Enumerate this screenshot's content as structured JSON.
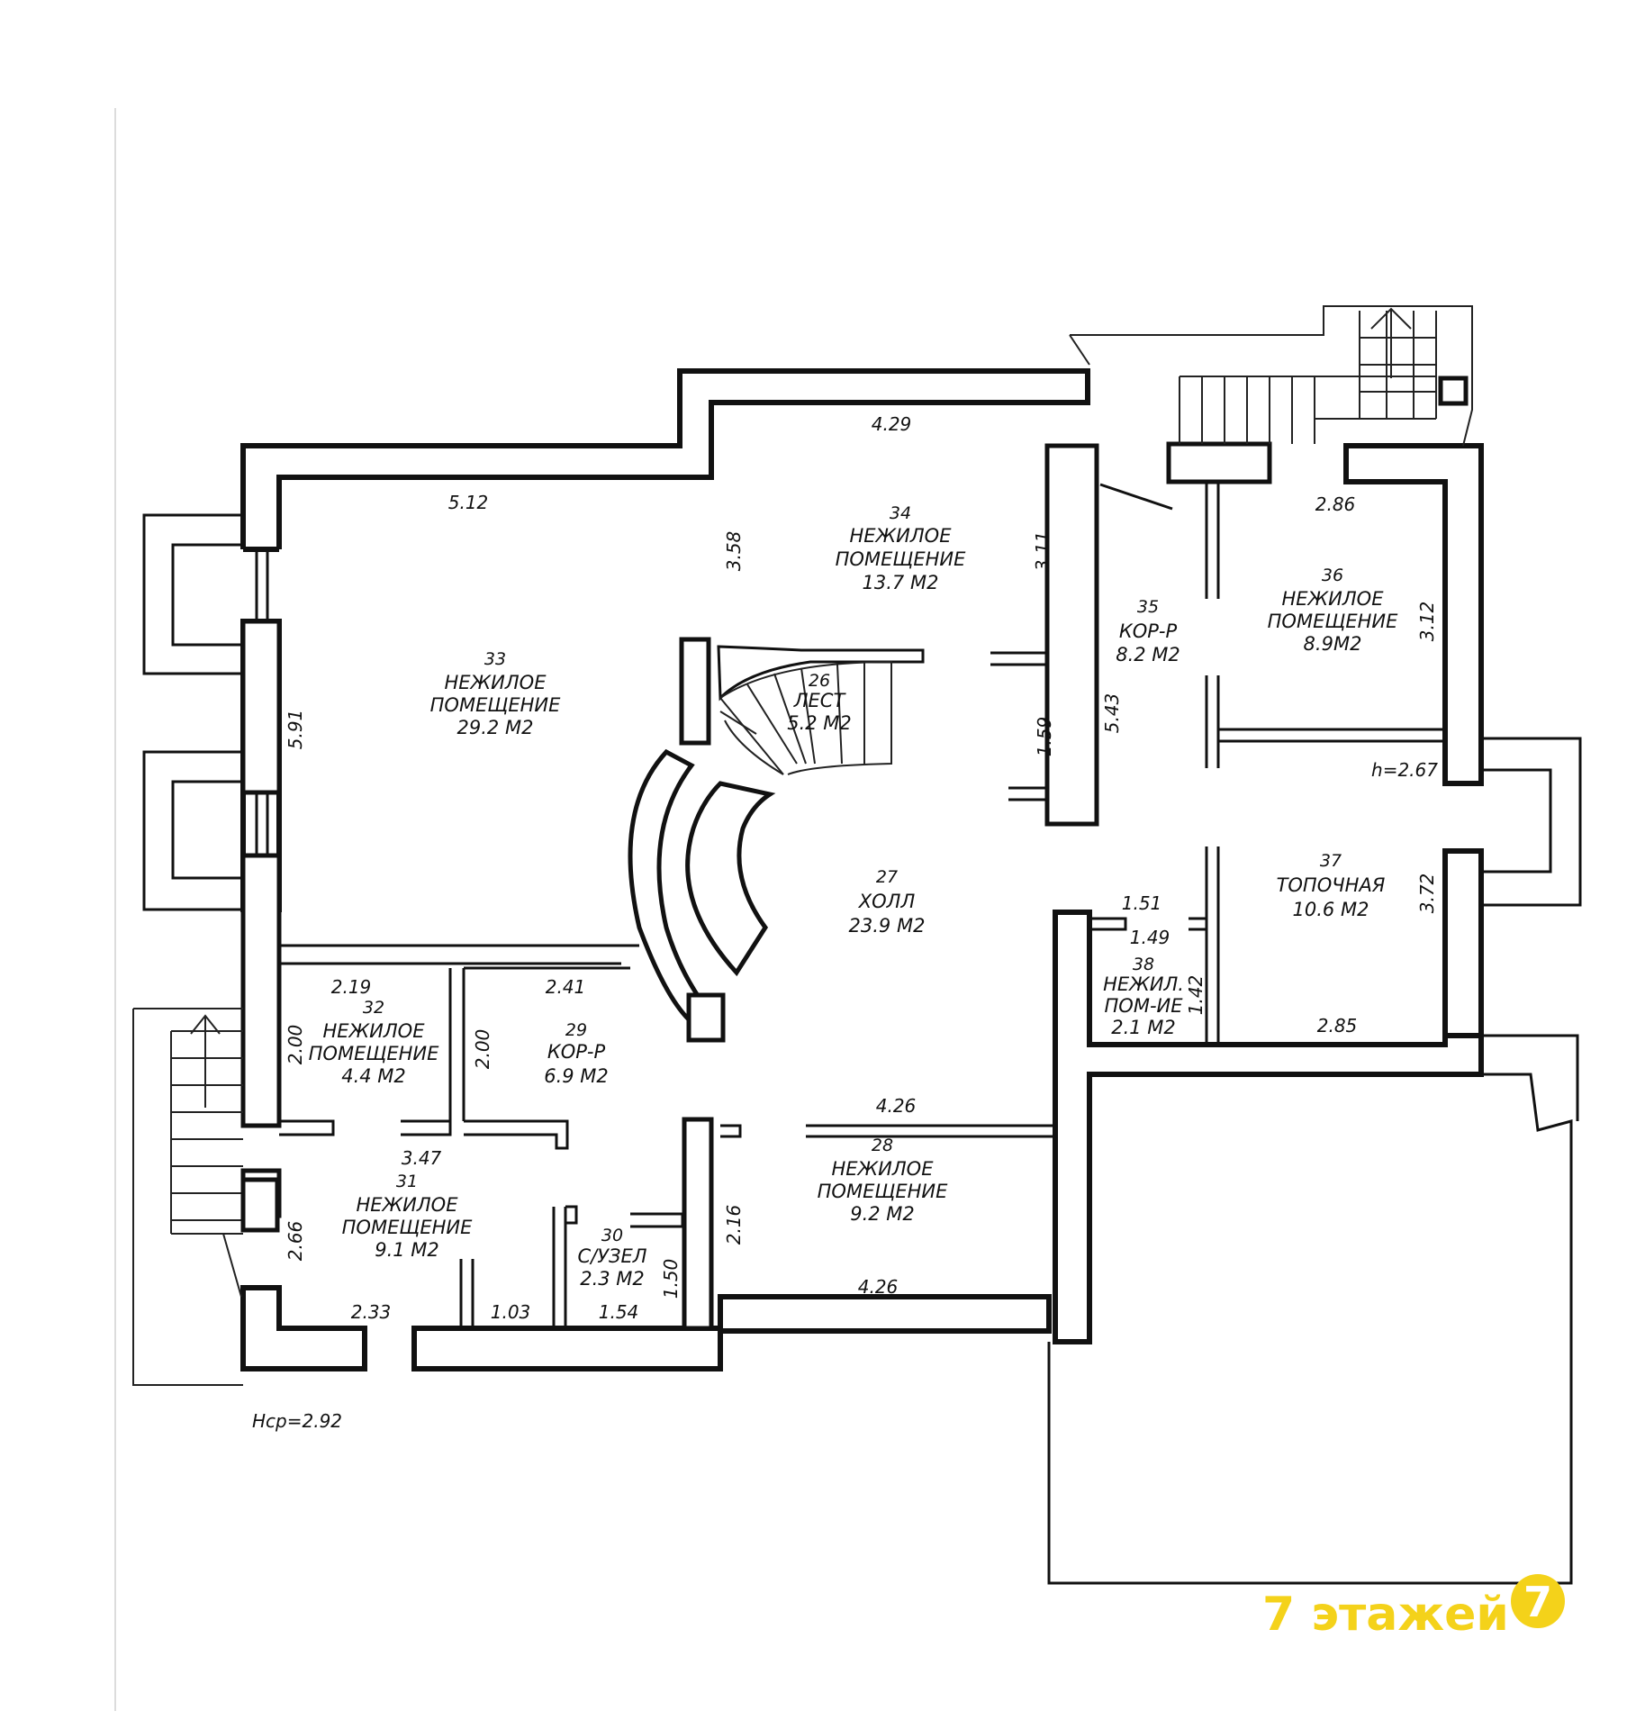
{
  "rooms": [
    {
      "id": "33",
      "lines": [
        "НЕЖИЛОЕ",
        "ПОМЕЩЕНИЕ"
      ],
      "area": "29.2 М2"
    },
    {
      "id": "34",
      "lines": [
        "НЕЖИЛОЕ",
        "ПОМЕЩЕНИЕ"
      ],
      "area": "13.7 М2"
    },
    {
      "id": "35",
      "lines": [
        "КОР-Р"
      ],
      "area": "8.2 М2"
    },
    {
      "id": "36",
      "lines": [
        "НЕЖИЛОЕ",
        "ПОМЕЩЕНИЕ"
      ],
      "area": "8.9М2"
    },
    {
      "id": "26",
      "lines": [
        "ЛЕСТ"
      ],
      "area": "5.2 М2"
    },
    {
      "id": "27",
      "lines": [
        "ХОЛЛ"
      ],
      "area": "23.9 М2"
    },
    {
      "id": "37",
      "lines": [
        "ТОПОЧНАЯ"
      ],
      "area": "10.6 М2"
    },
    {
      "id": "38",
      "lines": [
        "НЕЖИЛ.",
        "ПОМ-ИЕ"
      ],
      "area": "2.1 М2"
    },
    {
      "id": "32",
      "lines": [
        "НЕЖИЛОЕ",
        "ПОМЕЩЕНИЕ"
      ],
      "area": "4.4 М2"
    },
    {
      "id": "29",
      "lines": [
        "КОР-Р"
      ],
      "area": "6.9 М2"
    },
    {
      "id": "31",
      "lines": [
        "НЕЖИЛОЕ",
        "ПОМЕЩЕНИЕ"
      ],
      "area": "9.1 М2"
    },
    {
      "id": "30",
      "lines": [
        "С/УЗЕЛ"
      ],
      "area": "2.3 М2"
    },
    {
      "id": "28",
      "lines": [
        "НЕЖИЛОЕ",
        "ПОМЕЩЕНИЕ"
      ],
      "area": "9.2 М2"
    }
  ],
  "dimensions": {
    "d_4_29": "4.29",
    "d_5_12": "5.12",
    "d_3_58": "3.58",
    "d_3_11": "3.11",
    "d_2_86": "2.86",
    "d_3_12": "3.12",
    "d_5_91": "5.91",
    "d_1_59": "1.59",
    "d_5_43": "5.43",
    "h_2_67": "h=2.67",
    "d_1_51": "1.51",
    "d_1_49": "1.49",
    "d_1_42": "1.42",
    "d_3_72": "3.72",
    "d_2_85": "2.85",
    "d_2_19": "2.19",
    "d_2_41": "2.41",
    "d_2_00_a": "2.00",
    "d_2_00_b": "2.00",
    "d_4_26_top": "4.26",
    "d_3_47": "3.47",
    "d_2_66": "2.66",
    "d_2_16": "2.16",
    "d_1_50": "1.50",
    "d_4_26_bottom": "4.26",
    "d_2_33": "2.33",
    "d_1_03": "1.03",
    "d_1_54": "1.54"
  },
  "footer": {
    "avg_height": "Нср=2.92"
  },
  "watermark": {
    "text": "7 этажей",
    "badge": "7",
    "color": "#f4d21a"
  }
}
